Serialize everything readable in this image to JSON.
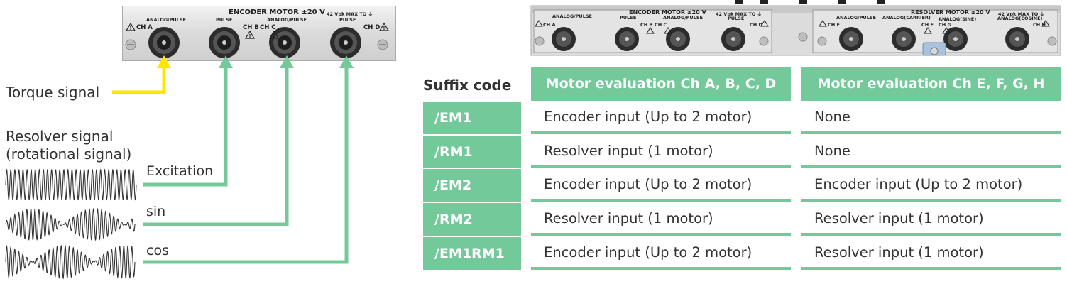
{
  "colors": {
    "green": "#74c99a",
    "yellow": "#ffe600",
    "text": "#333333"
  },
  "left_panel": {
    "title": "ENCODER MOTOR ±20 V",
    "ch_a_label": "CH A",
    "ch_b_label": "CH B",
    "ch_c_label": "CH C",
    "ch_d_label": "CH D",
    "analog_pulse_1": "ANALOG/PULSE",
    "pulse_1": "PULSE",
    "analog_pulse_2": "ANALOG/PULSE",
    "vpk_line1": "42 Vpk MAX TO ⏚",
    "pulse_2": "PULSE"
  },
  "signals": {
    "torque": "Torque signal",
    "resolver_line1": "Resolver signal",
    "resolver_line2": "(rotational signal)",
    "excitation": "Excitation",
    "sin": "sin",
    "cos": "cos"
  },
  "right_panel": {
    "enc_analog_pulse": "ANALOG/PULSE",
    "enc_pulse": "PULSE",
    "enc_title": "ENCODER MOTOR ±20 V",
    "enc_analog_pulse_2": "ANALOG/PULSE",
    "enc_vpk": "42 Vpk MAX TO ⏚",
    "enc_pulse_2": "PULSE",
    "ch_a": "CH A",
    "ch_b": "CH B",
    "ch_c": "CH C",
    "ch_d": "CH D",
    "res_title": "RESOLVER MOTOR ±20 V",
    "res_vpk": "42 Vpk MAX TO ⏚",
    "res_analog_pulse": "ANALOG/PULSE",
    "res_carrier": "ANALOG(CARRIER)",
    "res_sine": "ANALOG(SINE)",
    "res_cosine": "ANALOG(COSINE)",
    "ch_e": "CH E",
    "ch_f": "CH F",
    "ch_g": "CH G",
    "ch_h": "CH H"
  },
  "table": {
    "suffix_header": "Suffix code",
    "col1_header": "Motor evaluation Ch A, B, C, D",
    "col2_header": "Motor evaluation Ch E, F, G, H",
    "rows": [
      {
        "code": "/EM1",
        "abcd": "Encoder input (Up to 2 motor)",
        "efgh": "None"
      },
      {
        "code": "/RM1",
        "abcd": "Resolver input (1 motor)",
        "efgh": "None"
      },
      {
        "code": "/EM2",
        "abcd": "Encoder input (Up to 2 motor)",
        "efgh": "Encoder input (Up to 2 motor)"
      },
      {
        "code": "/RM2",
        "abcd": "Resolver input (1 motor)",
        "efgh": "Resolver input (1 motor)"
      },
      {
        "code": "/EM1RM1",
        "abcd": "Encoder input (Up to 2 motor)",
        "efgh": "Resolver input (1 motor)"
      }
    ]
  }
}
